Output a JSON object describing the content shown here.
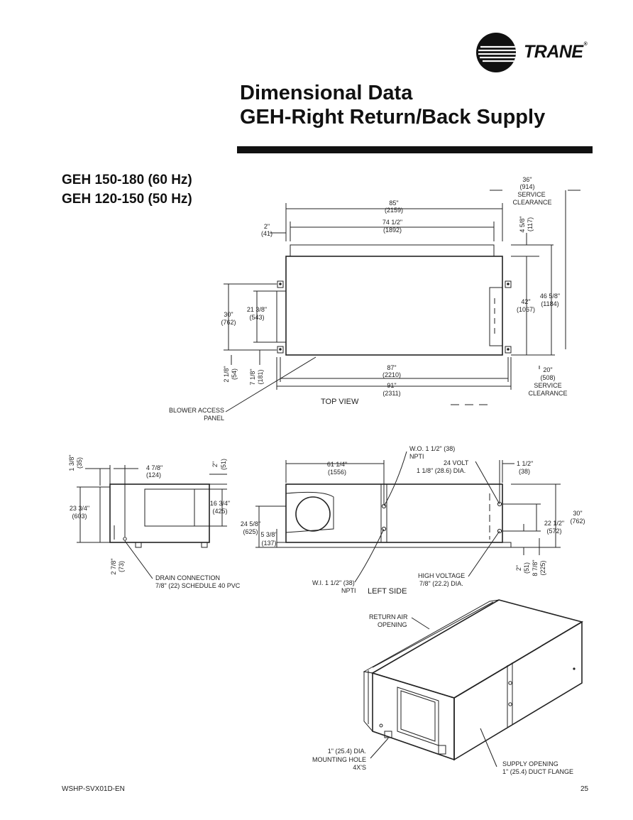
{
  "brand": {
    "name": "TRANE",
    "reg": "®"
  },
  "title": {
    "line1": "Dimensional Data",
    "line2": "GEH-Right Return/Back Supply"
  },
  "models": [
    "GEH 150-180 (60 Hz)",
    "GEH 120-150 (50 Hz)"
  ],
  "footer": {
    "doc_id": "WSHP-SVX01D-EN",
    "page_number": "25"
  },
  "top_view": {
    "caption": "TOP VIEW",
    "dims": {
      "service_top_a": "36\"",
      "service_top_b": "(914)",
      "service_top_c": "SERVICE",
      "service_top_d": "CLEARANCE",
      "w85_a": "85\"",
      "w85_b": "(2159)",
      "w745_a": "74 1/2\"",
      "w745_b": "(1892)",
      "d2_a": "2\"",
      "d2_b": "(41)",
      "d458_a": "4 5/8\"",
      "d458_b": "(117)",
      "h42_a": "42\"",
      "h42_b": "(1067)",
      "h4658_a": "46 5/8\"",
      "h4658_b": "(1184)",
      "h30_a": "30\"",
      "h30_b": "(762)",
      "h2138_a": "21 3/8\"",
      "h2138_b": "(543)",
      "d218_a": "2 1/8\"",
      "d218_b": "(54)",
      "d718_a": "7 1/8\"",
      "d718_b": "(181)",
      "w87_a": "87\"",
      "w87_b": "(2210)",
      "w91_a": "91\"",
      "w91_b": "(2311)",
      "service_bot_a": "20\"",
      "service_bot_b": "(508)",
      "service_bot_c": "SERVICE",
      "service_bot_d": "CLEARANCE",
      "blower_a": "BLOWER ACCESS",
      "blower_b": "PANEL"
    }
  },
  "end_view": {
    "dims": {
      "d138_a": "1 3/8\"",
      "d138_b": "(35)",
      "d478_a": "4 7/8\"",
      "d478_b": "(124)",
      "d2_a": "2\"",
      "d2_b": "(51)",
      "h2334_a": "23 3/4\"",
      "h2334_b": "(603)",
      "h1634_a": "16 3/4\"",
      "h1634_b": "(425)",
      "d278_a": "2 7/8\"",
      "d278_b": "(73)",
      "drain_a": "DRAIN CONNECTION",
      "drain_b": "7/8\" (22) SCHEDULE 40 PVC"
    }
  },
  "left_side": {
    "caption": "LEFT SIDE",
    "dims": {
      "wo_a": "W.O. 1 1/2\" (38)",
      "wo_b": "NPTI",
      "w6114_a": "61 1/4\"",
      "w6114_b": "(1556)",
      "volt_a": "24 VOLT",
      "volt_b": "1 1/8\" (28.6) DIA.",
      "d112_a": "1 1/2\"",
      "d112_b": "(38)",
      "h30_a": "30\"",
      "h30_b": "(762)",
      "h2212_a": "22 1/2\"",
      "h2212_b": "(572)",
      "h2458_a": "24 5/8\"",
      "h2458_b": "(625)",
      "d538_a": "5 3/8\"",
      "d538_b": "(137)",
      "wi_a": "W.I. 1 1/2\" (38)",
      "wi_b": "NPTI",
      "hv_a": "HIGH VOLTAGE",
      "hv_b": "7/8\" (22.2) DIA.",
      "d2_a": "2\"",
      "d2_b": "(51)",
      "d878_a": "8 7/8\"",
      "d878_b": "(225)"
    }
  },
  "iso_view": {
    "return_a": "RETURN AIR",
    "return_b": "OPENING",
    "mount_a": "1\" (25.4) DIA.",
    "mount_b": "MOUNTING HOLE",
    "mount_c": "4X'S",
    "supply_a": "SUPPLY OPENING",
    "supply_b": "1\" (25.4) DUCT FLANGE"
  }
}
